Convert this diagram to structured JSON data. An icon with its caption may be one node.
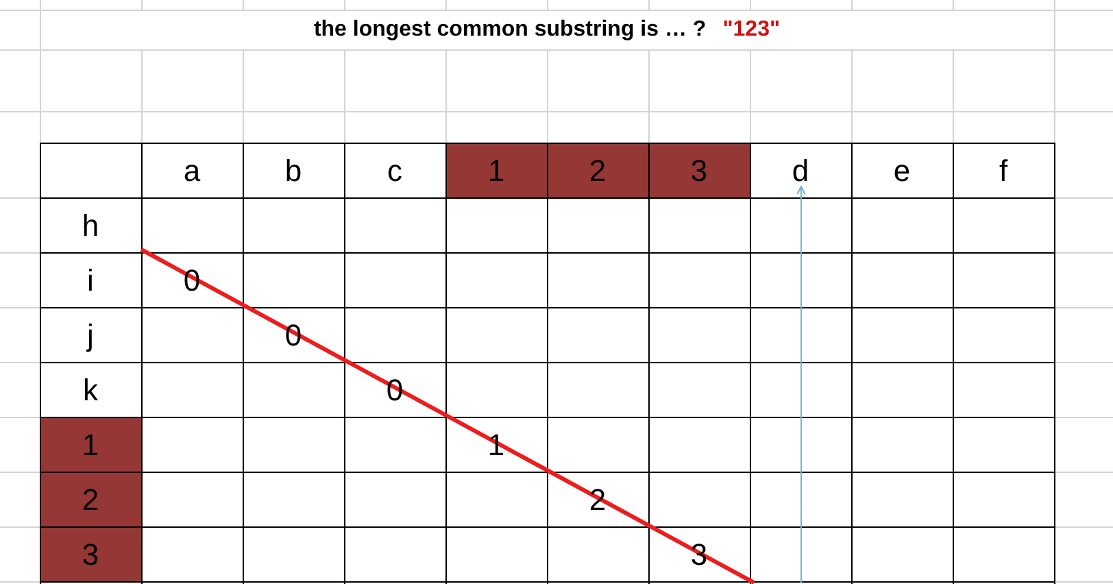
{
  "diagram": {
    "title": "the longest common substring is … ?",
    "labels": [
      "\"123\"",
      "a",
      "b",
      "c",
      "1",
      "2",
      "3",
      "d",
      "e",
      "f",
      "h",
      "i",
      "0",
      "j",
      "0",
      "k",
      "0",
      "1",
      "1",
      "2",
      "2",
      "3",
      "3"
    ]
  }
}
